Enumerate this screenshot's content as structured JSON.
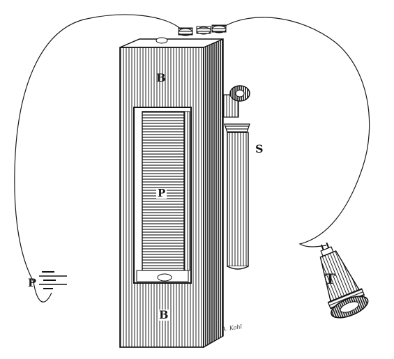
{
  "figure": {
    "labels": {
      "box_top": "B",
      "box_bottom": "B",
      "plates": "P",
      "battery": "P",
      "cylinder": "S",
      "telephone": "T"
    },
    "engraver_signature": "A. Kohl"
  },
  "colors": {
    "ink": "#1a1a1a",
    "paper": "#ffffff"
  }
}
